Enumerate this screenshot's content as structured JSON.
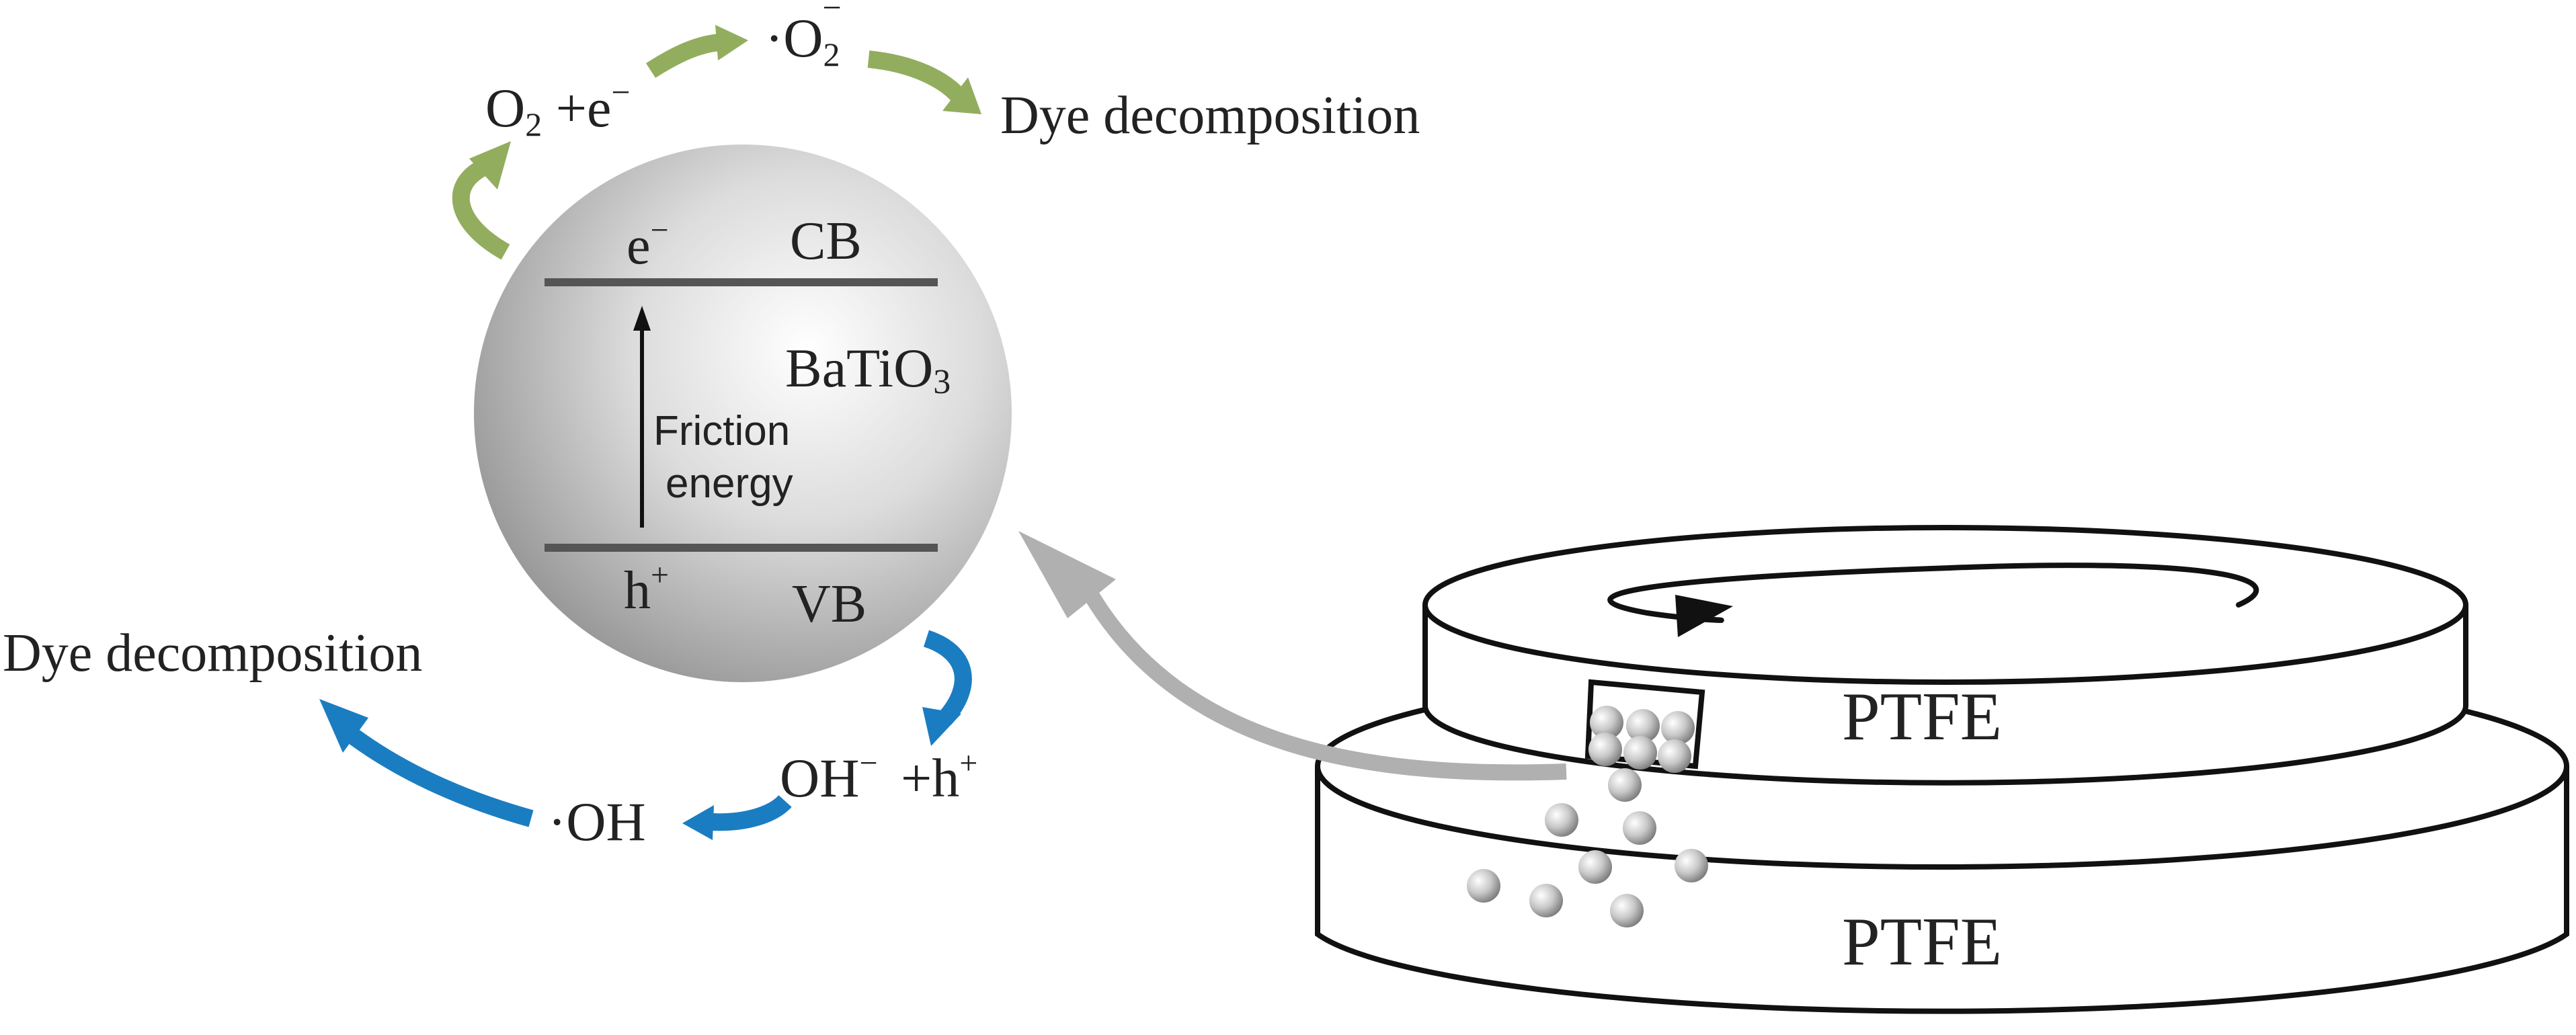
{
  "labels": {
    "o2_plus_e_base": "O",
    "o2_plus_e_sub": "2",
    "o2_plus_e_mid": " +e",
    "o2_plus_e_sup": "−",
    "superoxide_base": "·O",
    "superoxide_sub": "2",
    "superoxide_sup": "−",
    "dye_decomposition_top": "Dye decomposition",
    "electron_base": "e",
    "electron_sup": "−",
    "cb": "CB",
    "material_base": "BaTiO",
    "material_sub": "3",
    "friction_line1": "Friction",
    "friction_line2": "energy",
    "hole_base": "h",
    "hole_sup": "+",
    "vb": "VB",
    "dye_decomposition_left": "Dye decomposition",
    "oh_minus_base": "OH",
    "oh_minus_sup": "−",
    "oh_minus_mid": " +h",
    "oh_minus_sup2": "+",
    "hydroxyl": "·OH",
    "ptfe_upper": "PTFE",
    "ptfe_lower": "PTFE"
  },
  "colors": {
    "green_arrow": "#93ad5f",
    "blue_arrow": "#1b7dc1",
    "gray_arrow": "#b0b0b0",
    "band_line": "#555555",
    "text": "#222222",
    "outline": "#111111"
  }
}
